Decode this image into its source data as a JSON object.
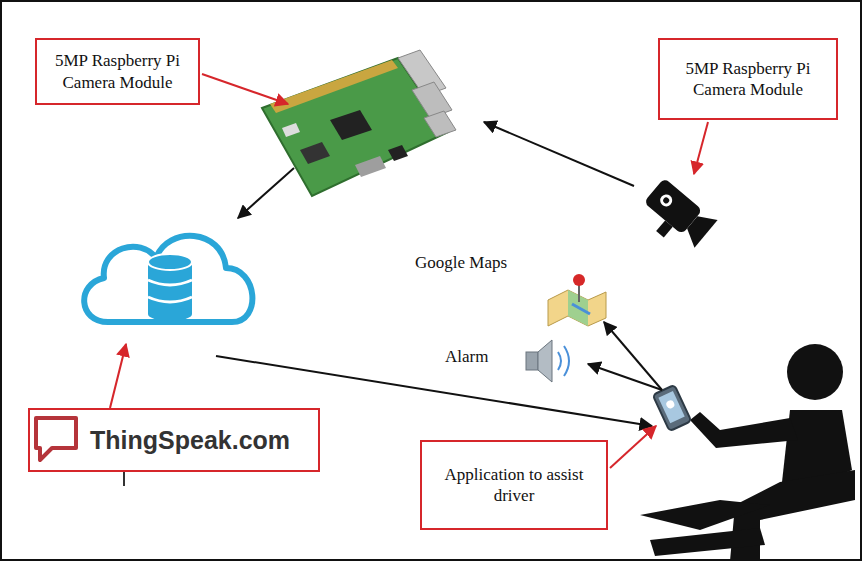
{
  "diagram": {
    "nodes": [
      {
        "text": [
          "5MP Raspberry Pi Camera Module"
        ]
      },
      {
        "text": [
          "5MP Raspberry Pi Camera Module"
        ]
      },
      {
        "text": [
          "ThingSpeak.com"
        ]
      },
      {
        "text": [
          "Application to assist driver"
        ]
      }
    ],
    "labels": [
      "Google Maps",
      "Alarm"
    ]
  }
}
